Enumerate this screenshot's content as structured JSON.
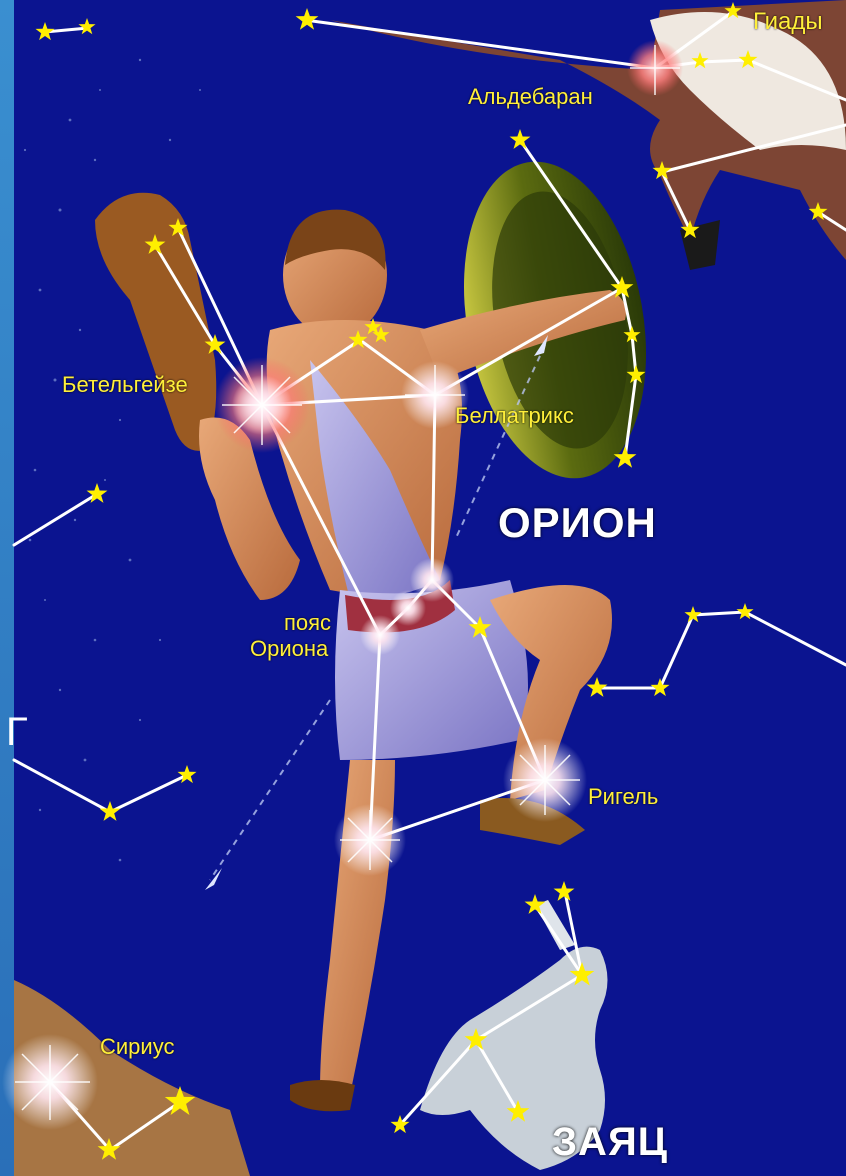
{
  "labels": {
    "hyades": "Гиады",
    "aldebaran": "Альдебаран",
    "betelgeuse": "Бетельгейзе",
    "bellatrix": "Беллатрикс",
    "orion": "ОРИОН",
    "belt_line1": "пояс",
    "belt_line2": "Ориона",
    "rigel": "Ригель",
    "sirius": "Сириус",
    "lepus": "ЗАЯЦ",
    "cut_letter": "Г"
  },
  "colors": {
    "sky": "#0b1490",
    "star": "#ffef00",
    "label": "#ffef3a",
    "line": "#ffffff",
    "edge": "#3a8fd0"
  }
}
